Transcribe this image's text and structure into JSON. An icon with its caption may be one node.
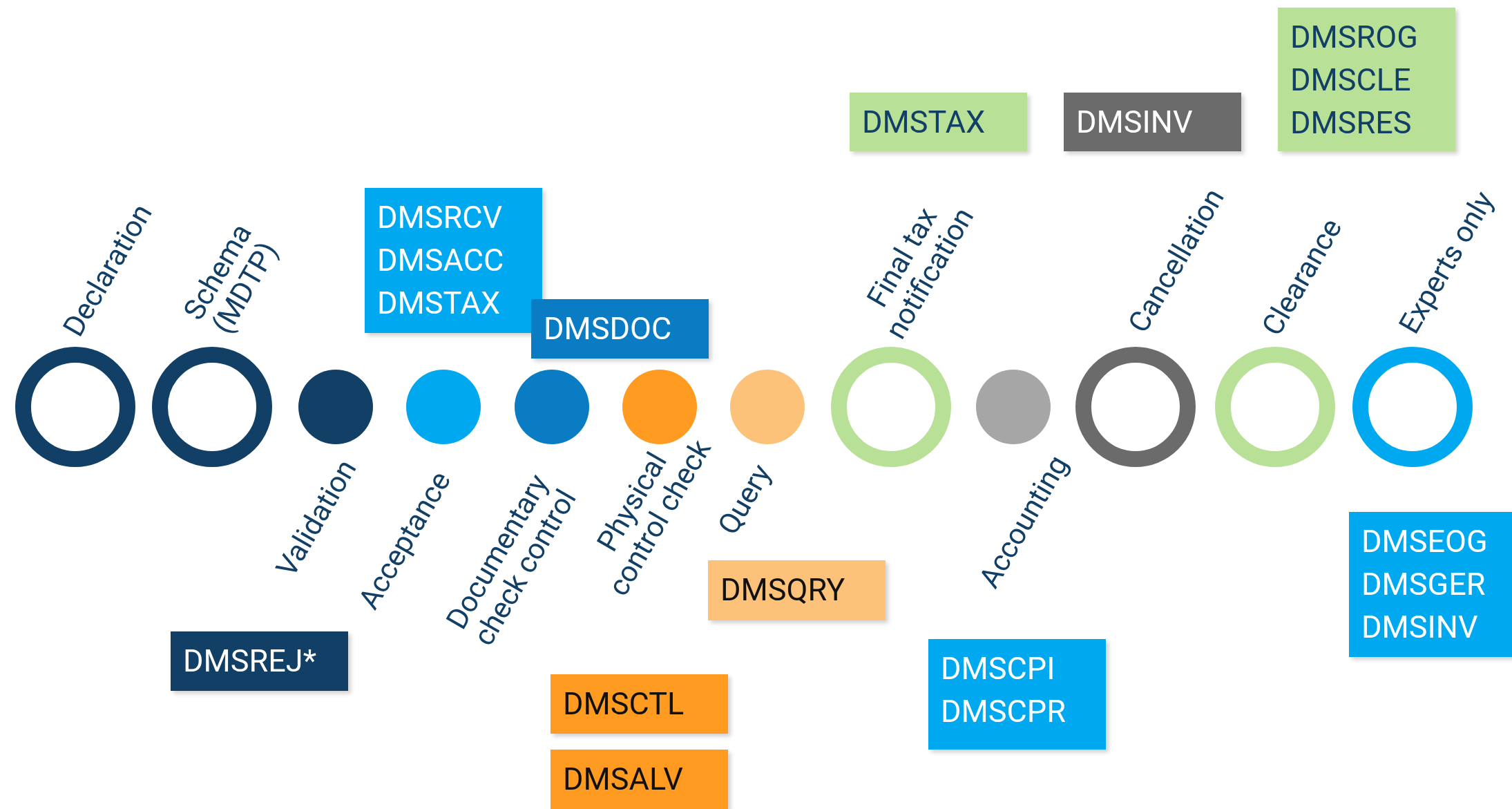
{
  "diagram": {
    "nodes": [
      {
        "text": [],
        "shape": "circle",
        "beside": [
          "Declaration"
        ]
      },
      {
        "text": [],
        "shape": "circle",
        "beside": [
          "Schema (MDTP)"
        ]
      },
      {
        "text": [],
        "shape": "circle",
        "beside": [
          "Validation"
        ]
      },
      {
        "text": [],
        "shape": "circle",
        "beside": [
          "Acceptance"
        ]
      },
      {
        "text": [],
        "shape": "circle",
        "beside": [
          "Documentary check control"
        ]
      },
      {
        "text": [],
        "shape": "circle",
        "beside": [
          "Physical control check"
        ]
      },
      {
        "text": [],
        "shape": "circle",
        "beside": [
          "Query"
        ]
      },
      {
        "text": [],
        "shape": "circle",
        "beside": [
          "Final tax notification"
        ]
      },
      {
        "text": [],
        "shape": "circle",
        "beside": [
          "Accounting"
        ]
      },
      {
        "text": [],
        "shape": "circle",
        "beside": [
          "Cancellation"
        ]
      },
      {
        "text": [],
        "shape": "circle",
        "beside": [
          "Clearance"
        ]
      },
      {
        "text": [],
        "shape": "circle",
        "beside": [
          "Experts only"
        ]
      },
      {
        "text": [
          "DMSROG",
          "DMSCLE",
          "DMSRES"
        ]
      },
      {
        "text": [
          "DMSTAX"
        ]
      },
      {
        "text": [
          "DMSINV"
        ]
      },
      {
        "text": [
          "DMSRCV",
          "DMSACC",
          "DMSTAX"
        ]
      },
      {
        "text": [
          "DMSDOC"
        ]
      },
      {
        "text": [
          "DMSQRY"
        ]
      },
      {
        "text": [
          "DMSEOG",
          "DMSGER",
          "DMSINV"
        ]
      },
      {
        "text": [
          "DMSREJ*"
        ]
      },
      {
        "text": [
          "DMSCPI",
          "DMSCPR"
        ]
      },
      {
        "text": [
          "DMSCTL"
        ]
      },
      {
        "text": [
          "DMSALV"
        ]
      }
    ]
  }
}
